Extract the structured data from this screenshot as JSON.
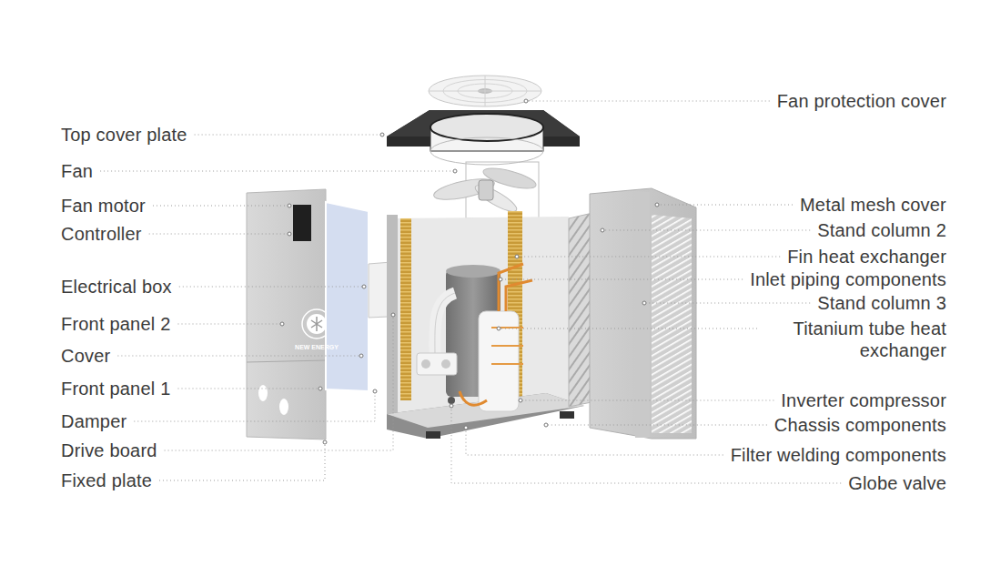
{
  "diagram": {
    "labels": [
      "Top cover plate",
      "Fan",
      "Fan motor",
      "Controller",
      "Electrical box",
      "Front panel 2",
      "Cover",
      "Front panel 1",
      "Damper",
      "Drive board",
      "Fixed plate",
      "Fan protection cover",
      "Metal mesh cover",
      "Stand column 2",
      "Fin heat exchanger",
      "Inlet piping components",
      "Stand column 3",
      "Titanium tube heat exchanger",
      "Inverter compressor",
      "Chassis components",
      "Filter welding components",
      "Globe valve",
      "NEW ENERGY"
    ]
  }
}
